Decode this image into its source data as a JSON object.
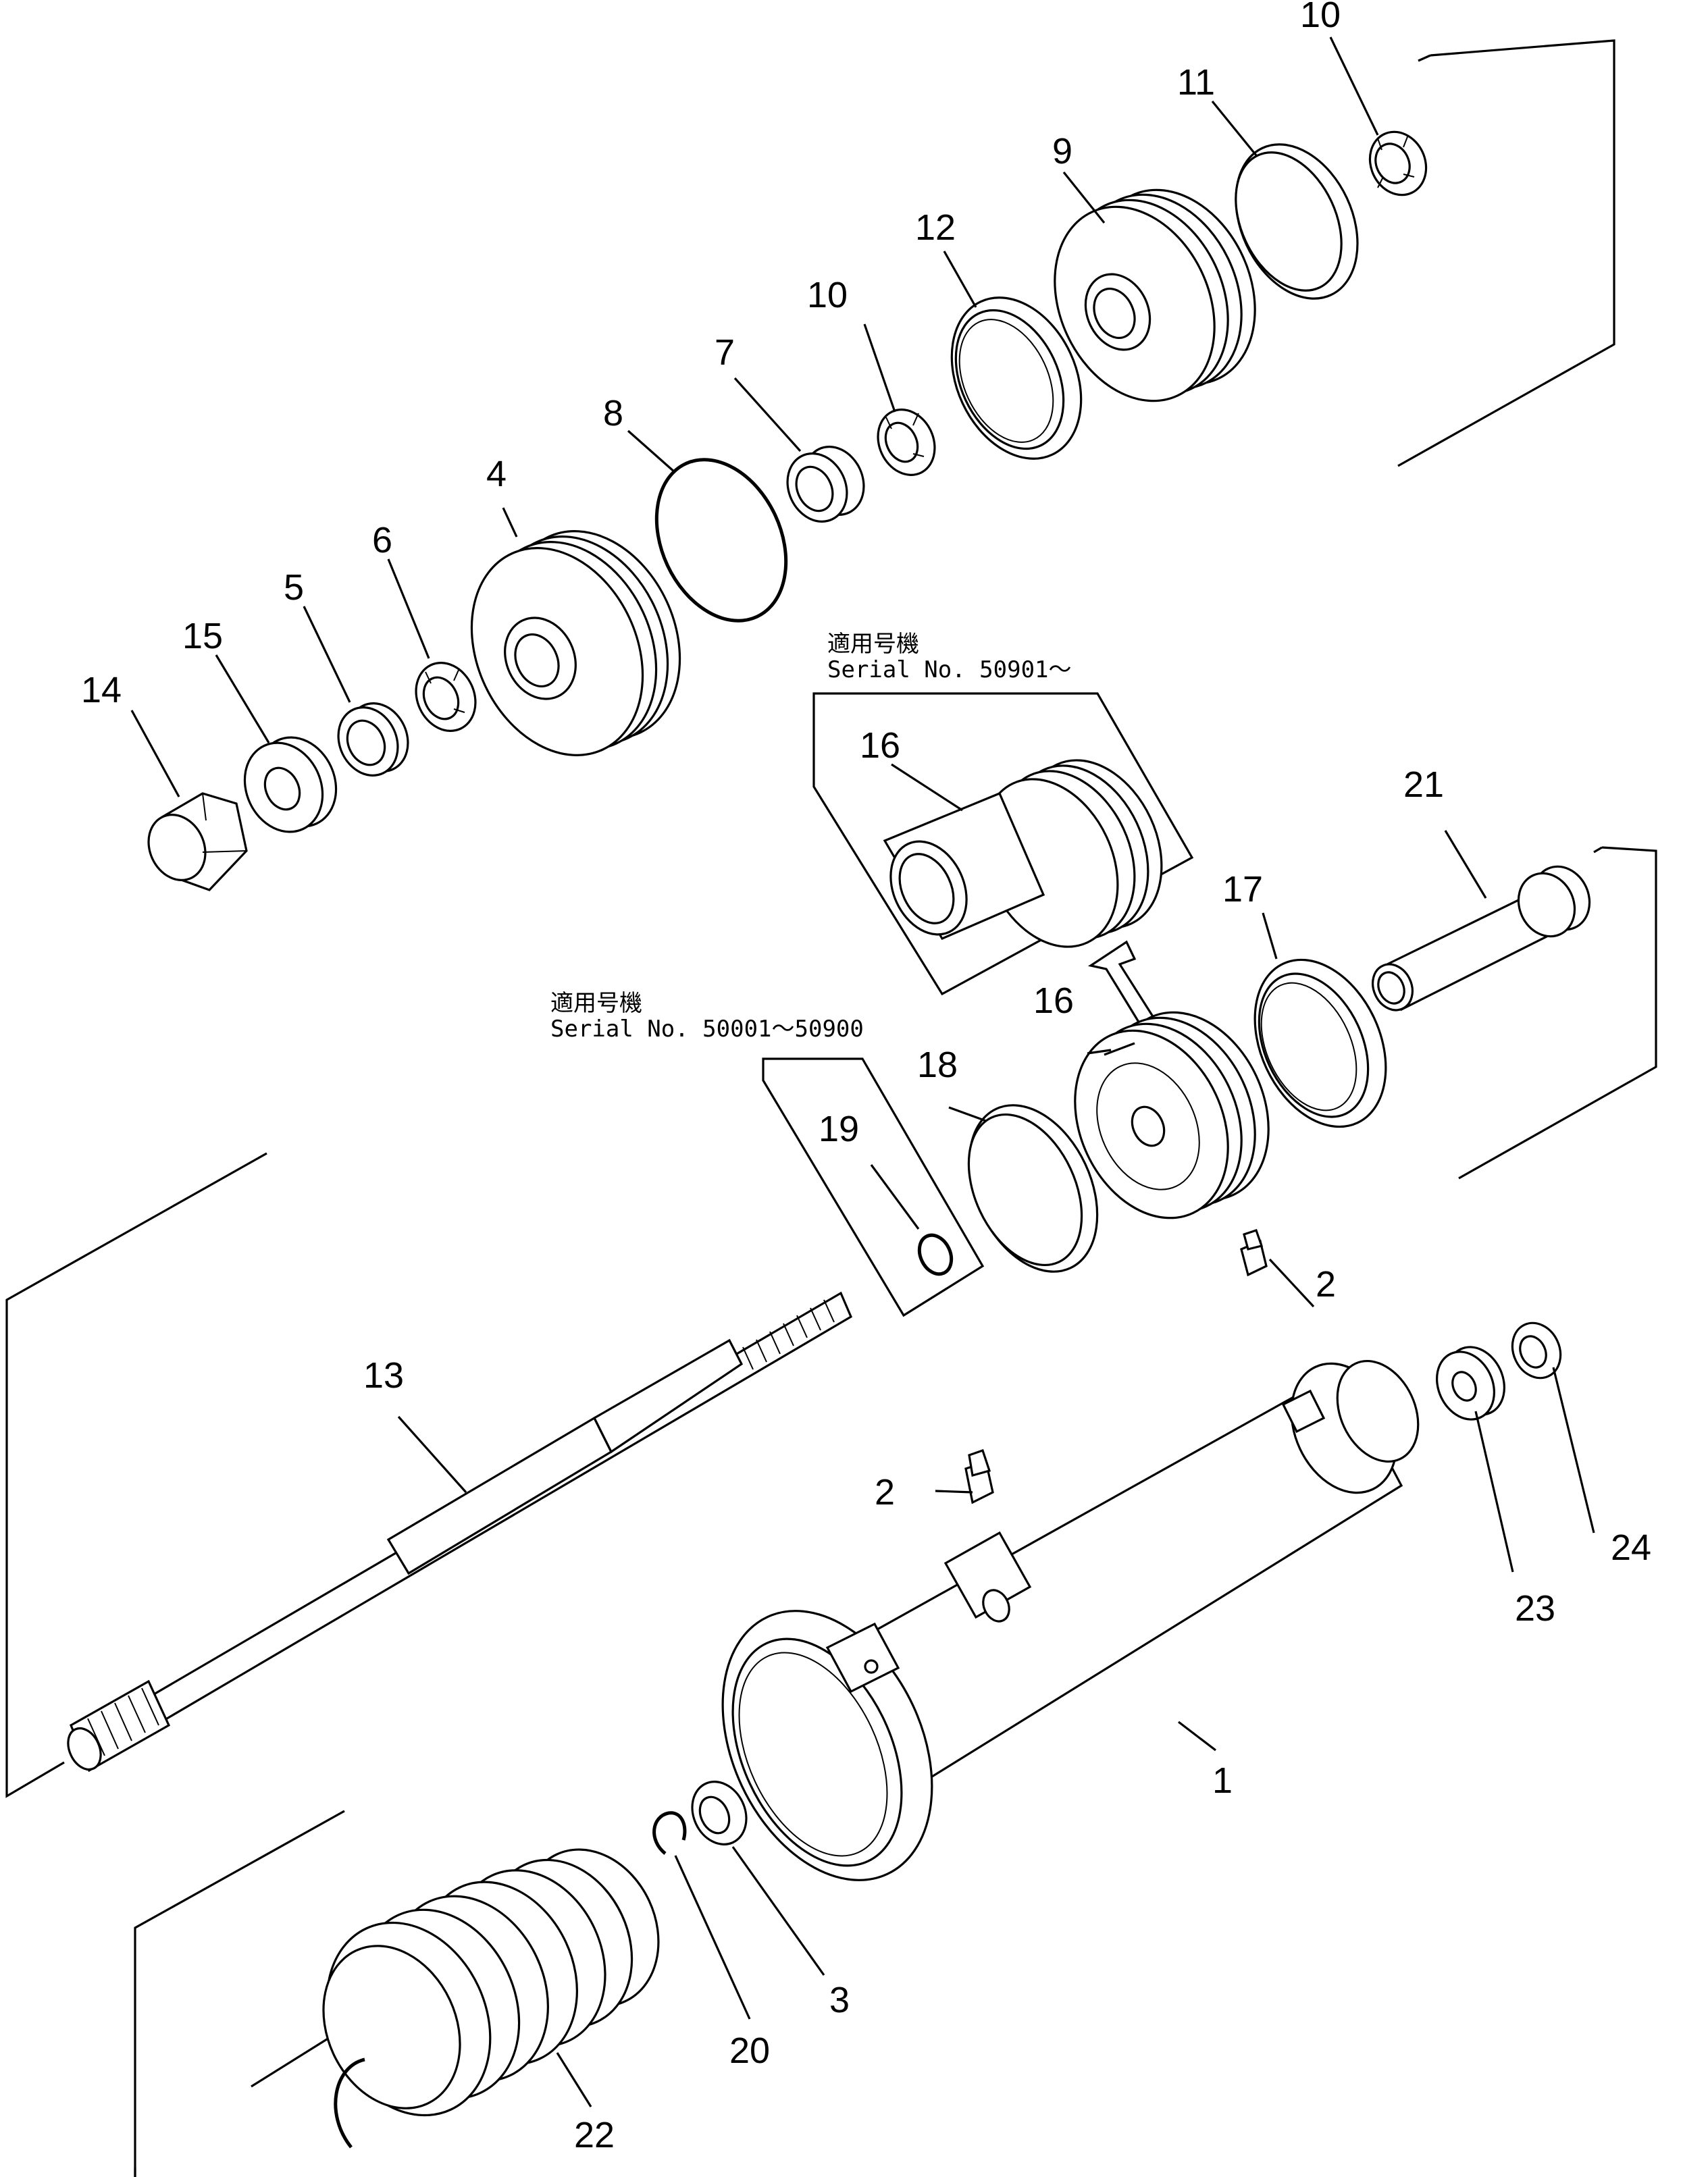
{
  "serial_notes": {
    "upper": {
      "jp": "適用号機",
      "serial": "Serial  No. 50901～"
    },
    "lower": {
      "jp": "適用号機",
      "serial": "Serial  No. 50001～50900"
    }
  },
  "callouts": {
    "c1": "1",
    "c2a": "2",
    "c2b": "2",
    "c3": "3",
    "c4": "4",
    "c5": "5",
    "c6": "6",
    "c7": "7",
    "c8": "8",
    "c9": "9",
    "c10a": "10",
    "c10b": "10",
    "c11": "11",
    "c12": "12",
    "c13": "13",
    "c14": "14",
    "c15": "15",
    "c16a": "16",
    "c16b": "16",
    "c17": "17",
    "c18": "18",
    "c19": "19",
    "c20": "20",
    "c21": "21",
    "c22": "22",
    "c23": "23",
    "c24": "24"
  }
}
